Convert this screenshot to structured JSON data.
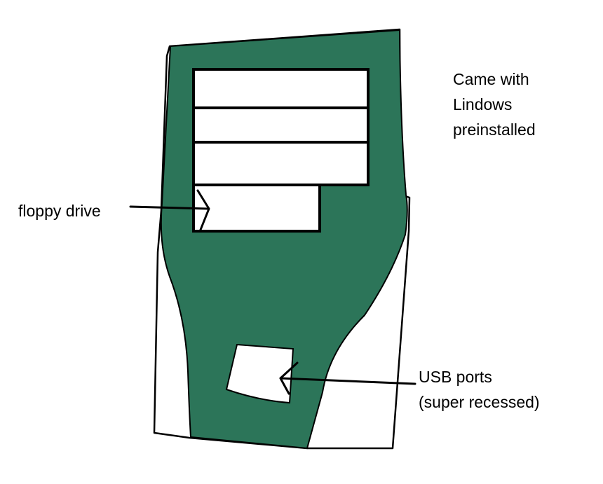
{
  "colors": {
    "case_green": "#2c7559",
    "ink": "#000000",
    "paper": "#ffffff"
  },
  "note": {
    "lines": [
      "Came with",
      "Lindows",
      "preinstalled"
    ]
  },
  "floppy": {
    "label": "floppy drive"
  },
  "usb": {
    "lines": [
      "USB ports",
      "(super recessed)"
    ]
  }
}
